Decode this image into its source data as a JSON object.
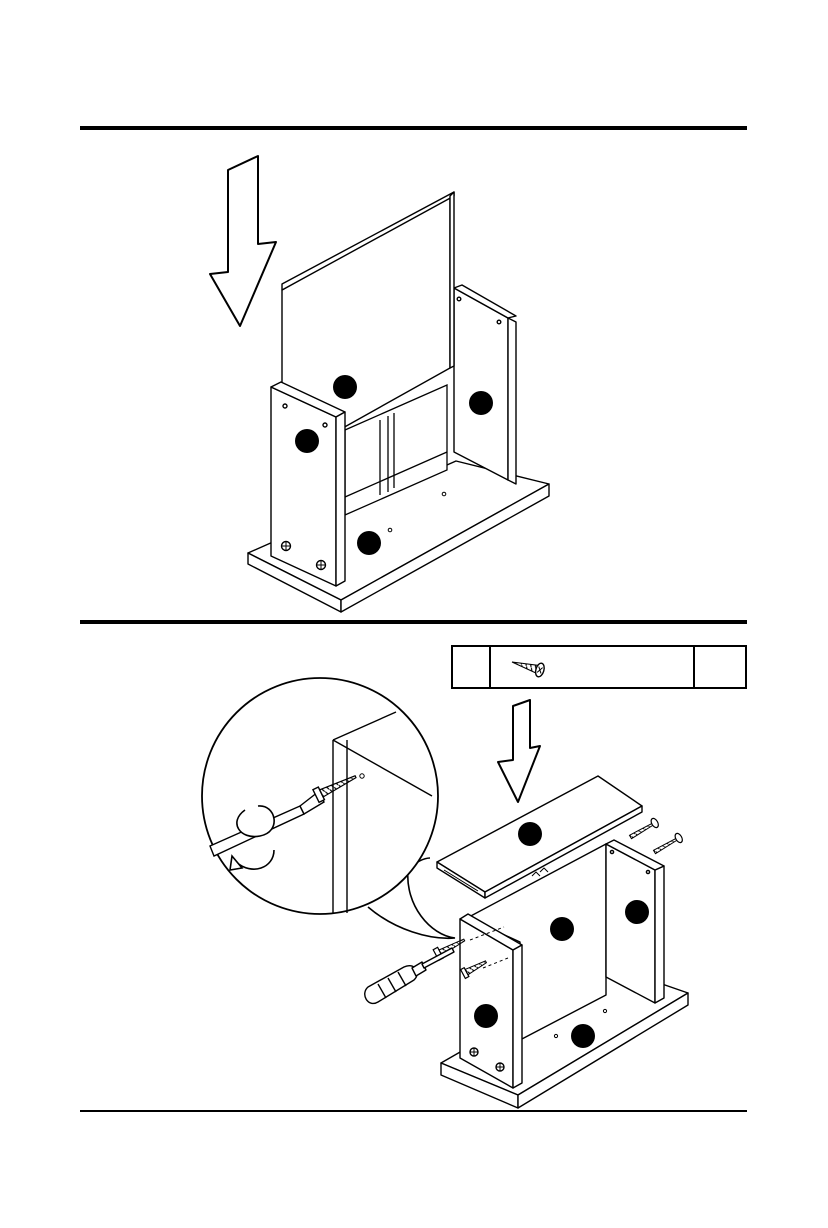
{
  "page": {
    "background": "#ffffff",
    "ink": "#000000"
  },
  "steps": [
    {
      "name": "step-1",
      "icon": "down-arrow-icon",
      "callouts": 4
    },
    {
      "name": "step-2",
      "icon": "down-arrow-icon",
      "callouts": 5,
      "tool": "screwdriver-icon"
    }
  ],
  "hardware_box": {
    "part_label": "",
    "quantity": "",
    "icon": "screw-icon"
  }
}
